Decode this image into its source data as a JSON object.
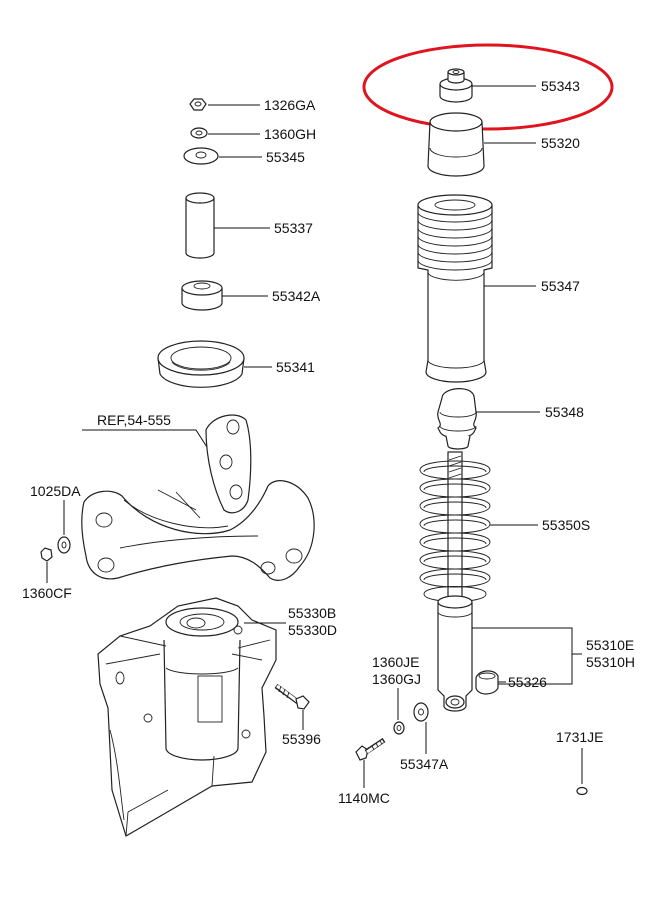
{
  "labels": {
    "p1326ga": "1326GA",
    "p1360gh": "1360GH",
    "p55345": "55345",
    "p55337": "55337",
    "p55342a": "55342A",
    "p55341": "55341",
    "ref": "REF,54-555",
    "p1025da": "1025DA",
    "p1360cf": "1360CF",
    "p55330b": "55330B",
    "p55330d": "55330D",
    "p55396": "55396",
    "p55343": "55343",
    "p55320": "55320",
    "p55347": "55347",
    "p55348": "55348",
    "p55350s": "55350S",
    "p55310e": "55310E",
    "p55310h": "55310H",
    "p55326": "55326",
    "p1360je": "1360JE",
    "p1360gj": "1360GJ",
    "p55347a": "55347A",
    "p1140mc": "1140MC",
    "p1731je": "1731JE"
  },
  "colors": {
    "highlight": "#e0141e",
    "line": "#111111"
  }
}
